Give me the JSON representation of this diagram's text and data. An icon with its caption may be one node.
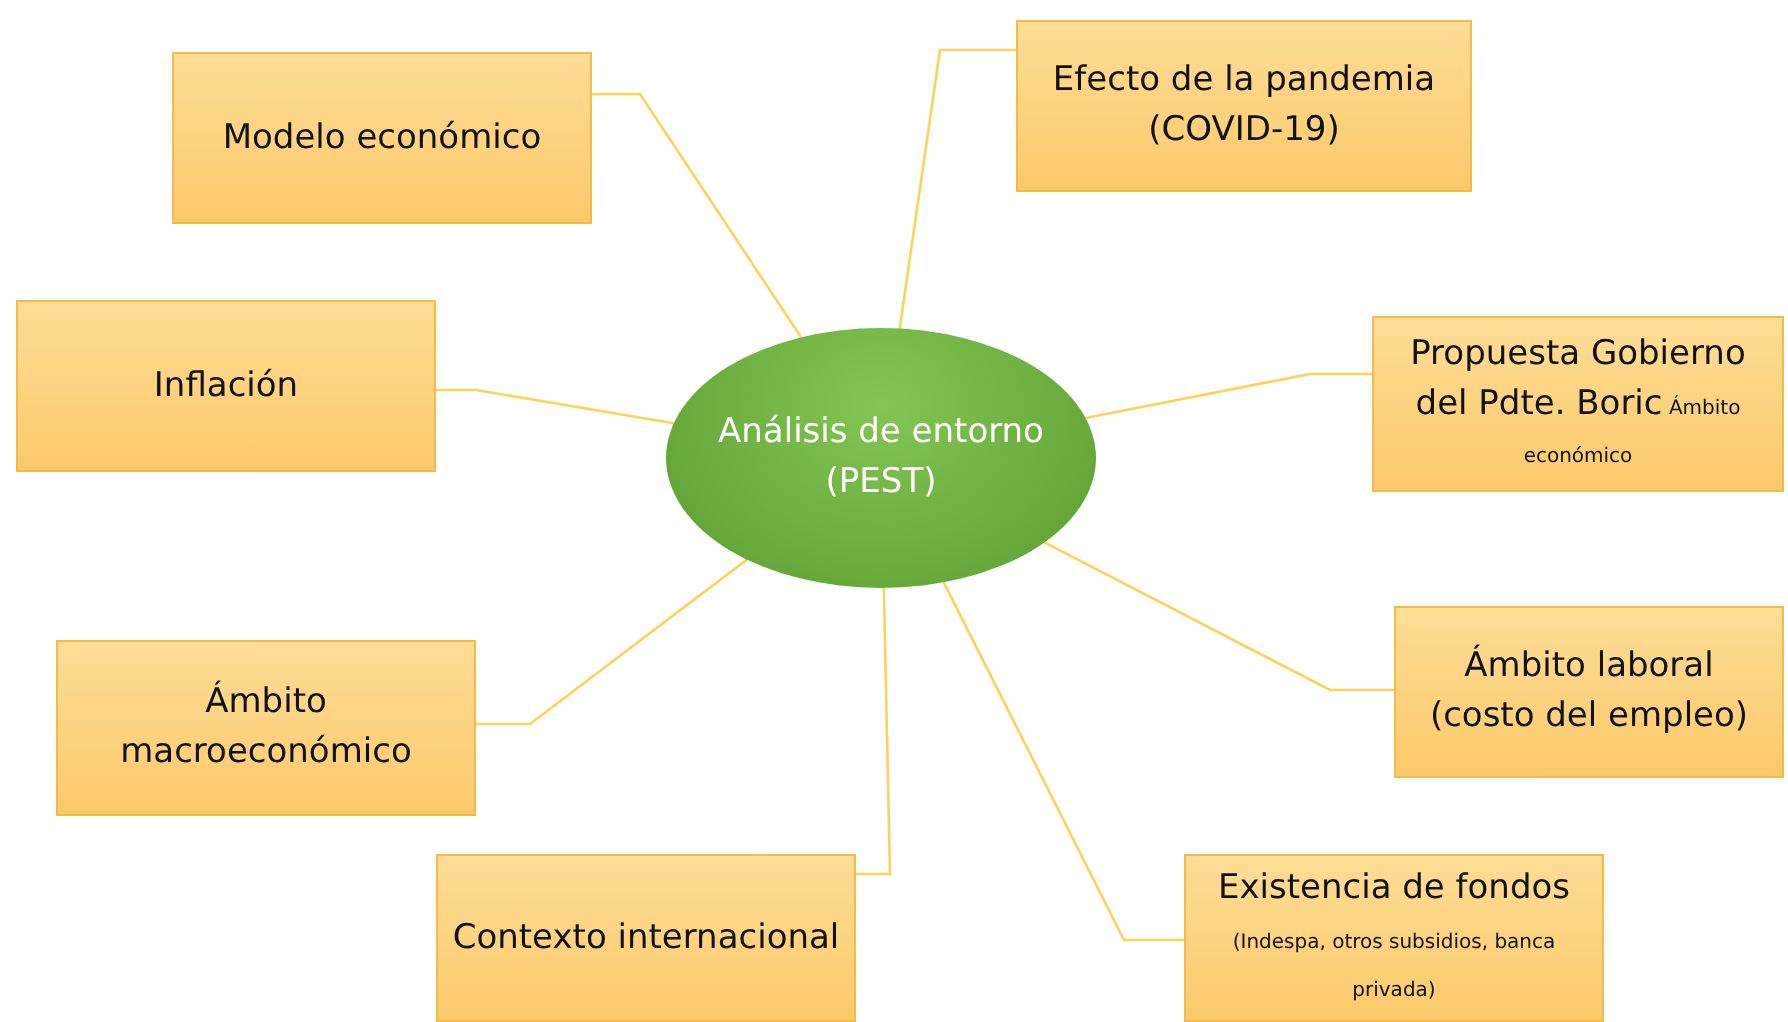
{
  "diagram": {
    "nodes": [
      {
        "text": [
          "Análisis de entorno (PEST)"
        ]
      },
      {
        "text": [
          "Modelo económico"
        ]
      },
      {
        "text": [
          "Efecto de la pandemia (COVID-19)"
        ]
      },
      {
        "text": [
          "Inflación"
        ]
      },
      {
        "text": [
          "Propuesta Gobierno del Pdte. Boric",
          "Ámbito económico"
        ]
      },
      {
        "text": [
          "Ámbito macroeconómico"
        ]
      },
      {
        "text": [
          "Ámbito laboral (costo del empleo)"
        ]
      },
      {
        "text": [
          "Contexto internacional"
        ]
      },
      {
        "text": [
          "Existencia de fondos",
          "(Indespa, otros subsidios, banca privada)"
        ]
      }
    ],
    "edges": [
      {
        "from": 0,
        "to": 1,
        "arrow": "none"
      },
      {
        "from": 0,
        "to": 2,
        "arrow": "none"
      },
      {
        "from": 0,
        "to": 3,
        "arrow": "none"
      },
      {
        "from": 0,
        "to": 4,
        "arrow": "none"
      },
      {
        "from": 0,
        "to": 5,
        "arrow": "none"
      },
      {
        "from": 0,
        "to": 6,
        "arrow": "none"
      },
      {
        "from": 0,
        "to": 7,
        "arrow": "none"
      },
      {
        "from": 0,
        "to": 8,
        "arrow": "none"
      }
    ]
  }
}
